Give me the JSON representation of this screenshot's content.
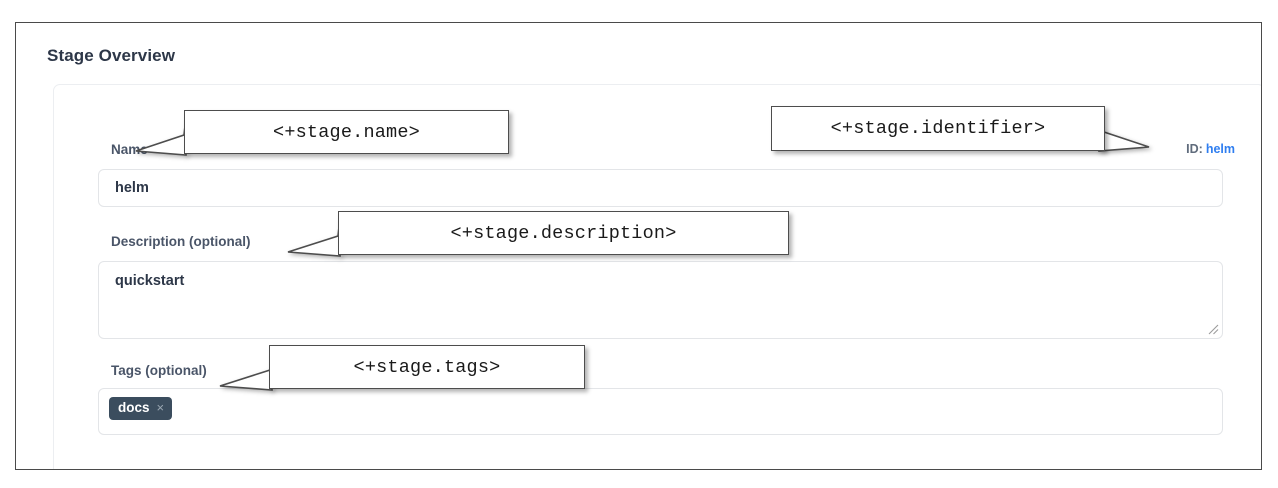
{
  "page": {
    "title": "Stage Overview"
  },
  "form": {
    "name": {
      "label": "Name",
      "value": "helm"
    },
    "identifier": {
      "key_label": "ID:",
      "value": "helm"
    },
    "description": {
      "label": "Description (optional)",
      "value": "quickstart"
    },
    "tags": {
      "label": "Tags (optional)",
      "chips": [
        {
          "text": "docs",
          "remove_glyph": "×"
        }
      ]
    }
  },
  "callouts": {
    "name": "<+stage.name>",
    "identifier": "<+stage.identifier>",
    "description": "<+stage.description>",
    "tags": "<+stage.tags>"
  },
  "colors": {
    "label": "#4a5568",
    "id_value": "#2f7ef0",
    "tag_chip_bg": "#3b4d5e",
    "title": "#2d3748",
    "input_border": "#e3e5e8"
  }
}
